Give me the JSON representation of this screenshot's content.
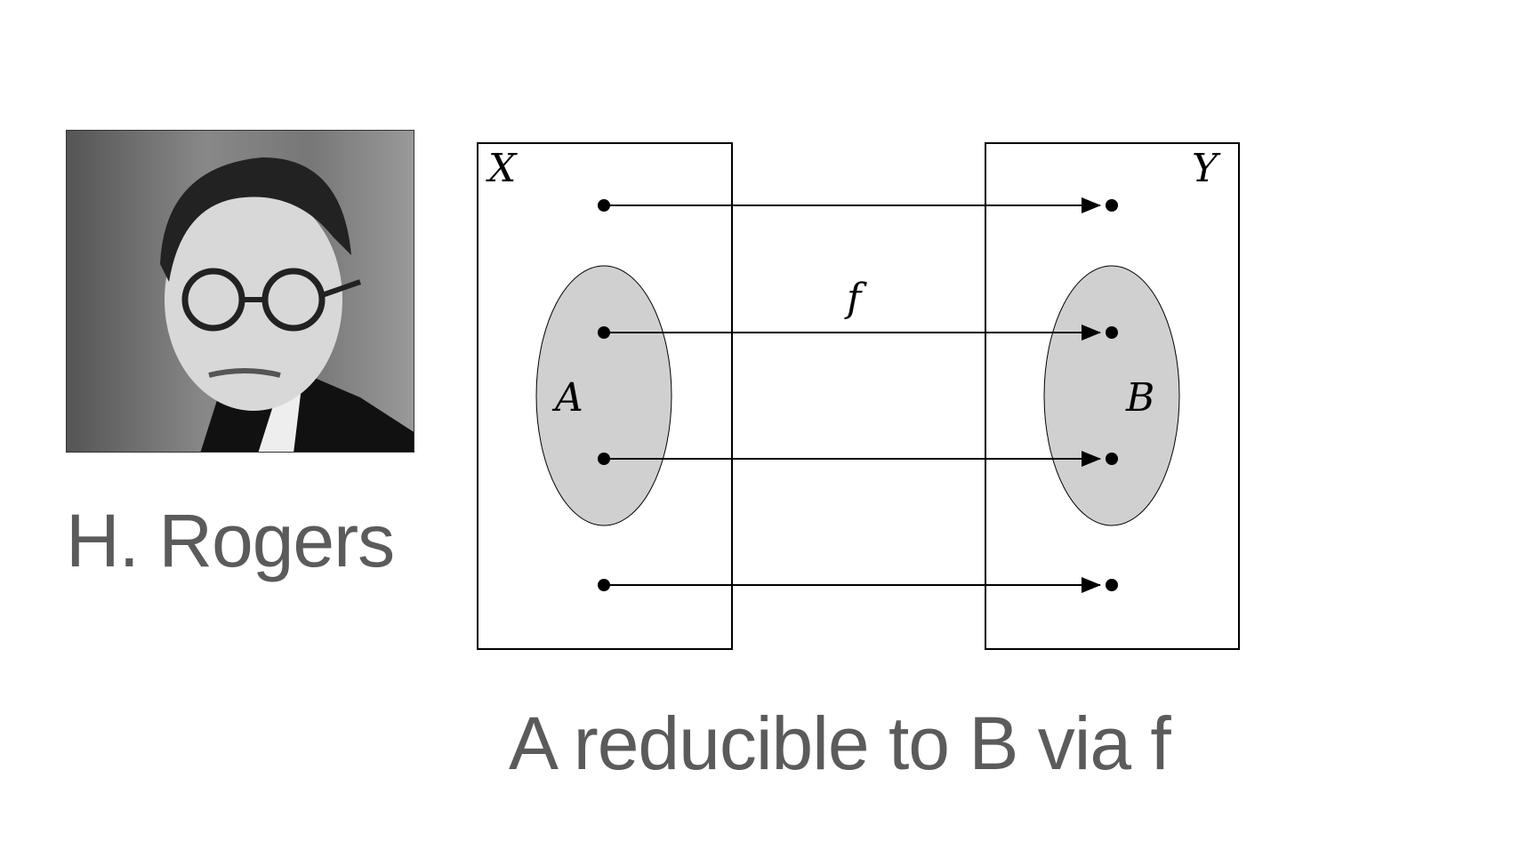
{
  "portrait": {
    "name": "H. Rogers"
  },
  "diagram": {
    "domain_label": "X",
    "codomain_label": "Y",
    "subset_a_label": "A",
    "subset_b_label": "B",
    "function_label": "f"
  },
  "caption": "A reducible to B via f"
}
